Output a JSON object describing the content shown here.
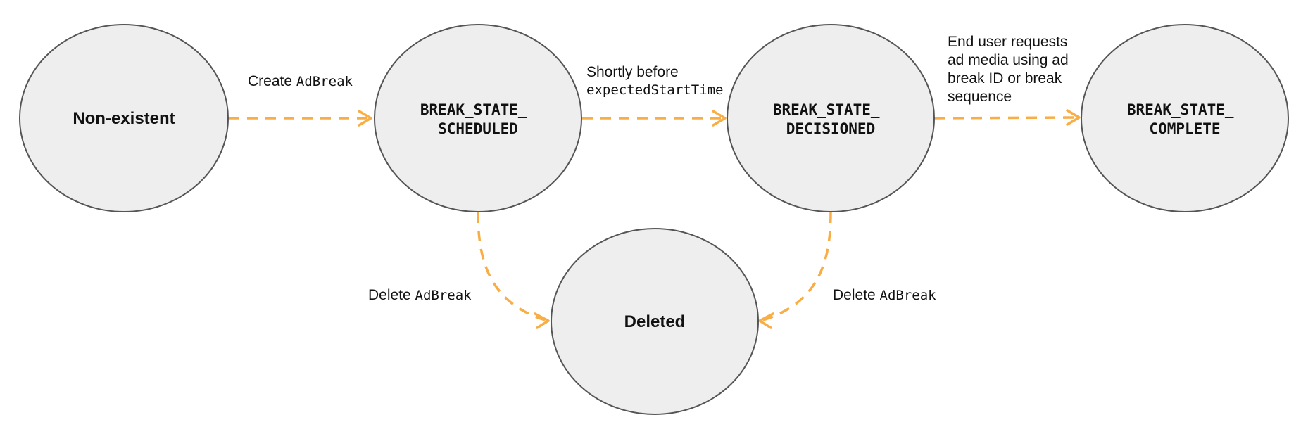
{
  "states": {
    "nonexistent": {
      "lines": [
        "Non-existent"
      ]
    },
    "scheduled": {
      "lines": [
        "BREAK_STATE_",
        "SCHEDULED"
      ]
    },
    "decisioned": {
      "lines": [
        "BREAK_STATE_",
        "DECISIONED"
      ]
    },
    "complete": {
      "lines": [
        "BREAK_STATE_",
        "COMPLETE"
      ]
    },
    "deleted": {
      "lines": [
        "Deleted"
      ]
    }
  },
  "transitions": {
    "create": {
      "prefix": "Create ",
      "code": "AdBreak"
    },
    "shortly_before": {
      "line1": "Shortly before",
      "code": "expectedStartTime"
    },
    "end_user": {
      "lines": [
        "End user requests",
        "ad media using ad",
        "break ID or break",
        "sequence"
      ]
    },
    "delete_scheduled": {
      "prefix": "Delete ",
      "code": "AdBreak"
    },
    "delete_decisioned": {
      "prefix": "Delete ",
      "code": "AdBreak"
    }
  },
  "colors": {
    "state_fill": "#eeeeee",
    "state_stroke": "#555555",
    "edge": "#f9ad45",
    "text": "#111111"
  }
}
